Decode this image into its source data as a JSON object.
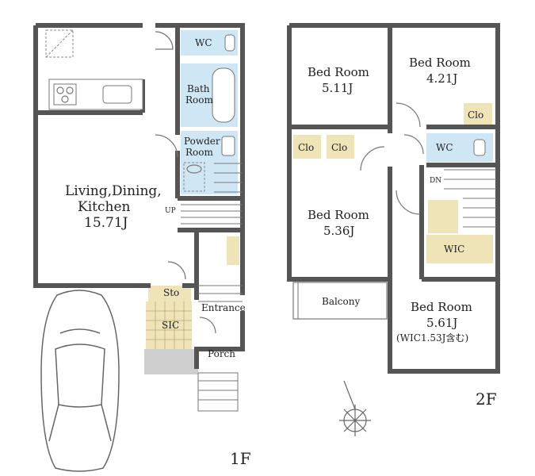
{
  "floor1": {
    "label": "1F",
    "ldk_label_1": "Living,Dining,",
    "ldk_label_2": "Kitchen",
    "ldk_size": "15.71J",
    "wc": "WC",
    "bath_1": "Bath",
    "bath_2": "Room",
    "powder_1": "Powder",
    "powder_2": "Room",
    "up": "UP",
    "sto": "Sto",
    "sic": "SIC",
    "entrance": "Entrance",
    "porch": "Porch"
  },
  "floor2": {
    "label": "2F",
    "bed1": "Bed Room",
    "bed1_size": "5.11J",
    "bed2": "Bed Room",
    "bed2_size": "4.21J",
    "bed3": "Bed Room",
    "bed3_size": "5.36J",
    "bed4": "Bed Room",
    "bed4_size": "5.61J",
    "bed4_note": "(WIC1.53J含む)",
    "clo_a": "Clo",
    "clo_b": "Clo",
    "clo_c": "Clo",
    "wc": "WC",
    "dn": "DN",
    "wic": "WIC",
    "balcony": "Balcony"
  },
  "colors": {
    "wet_area": "#cfe6f4",
    "storage": "#efe4b8",
    "porch": "#cfcfcf",
    "wall": "#555555"
  }
}
